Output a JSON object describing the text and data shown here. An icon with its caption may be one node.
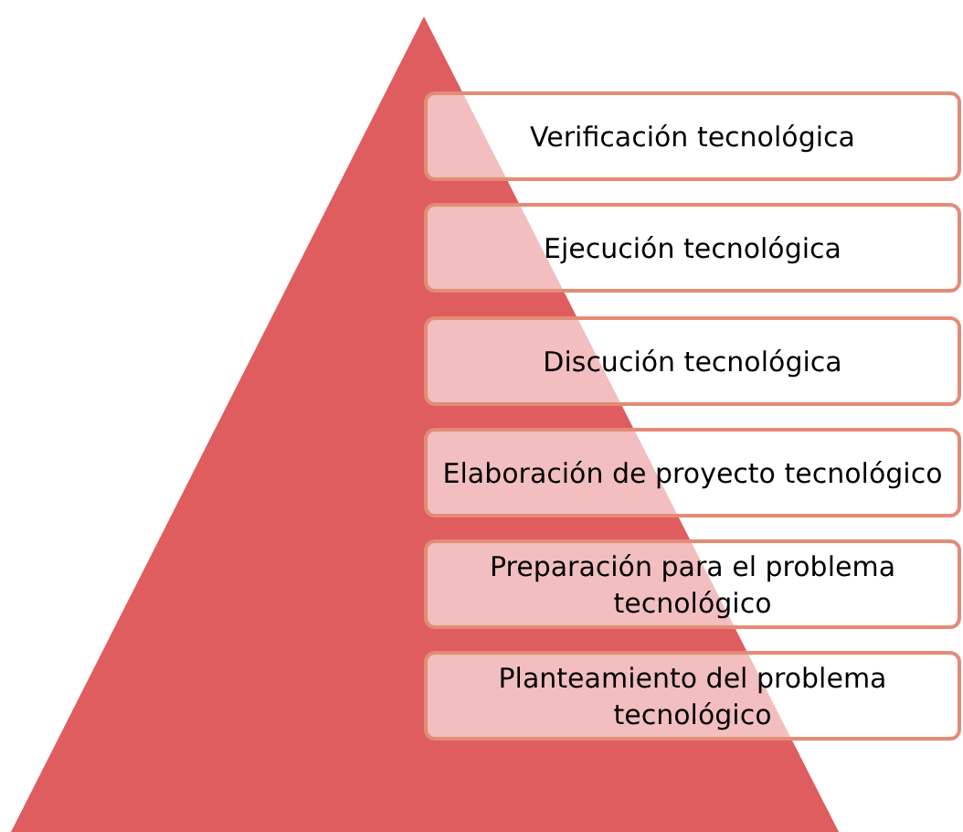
{
  "diagram": {
    "nodes": [
      {
        "text": [
          "Verificación tecnológica"
        ]
      },
      {
        "text": [
          "Ejecución tecnológica"
        ]
      },
      {
        "text": [
          "Discución tecnológica"
        ]
      },
      {
        "text": [
          "Elaboración de proyecto tecnológico"
        ]
      },
      {
        "text": [
          "Preparación para el problema tecnológico"
        ]
      },
      {
        "text": [
          "Planteamiento del problema tecnológico"
        ]
      }
    ]
  }
}
